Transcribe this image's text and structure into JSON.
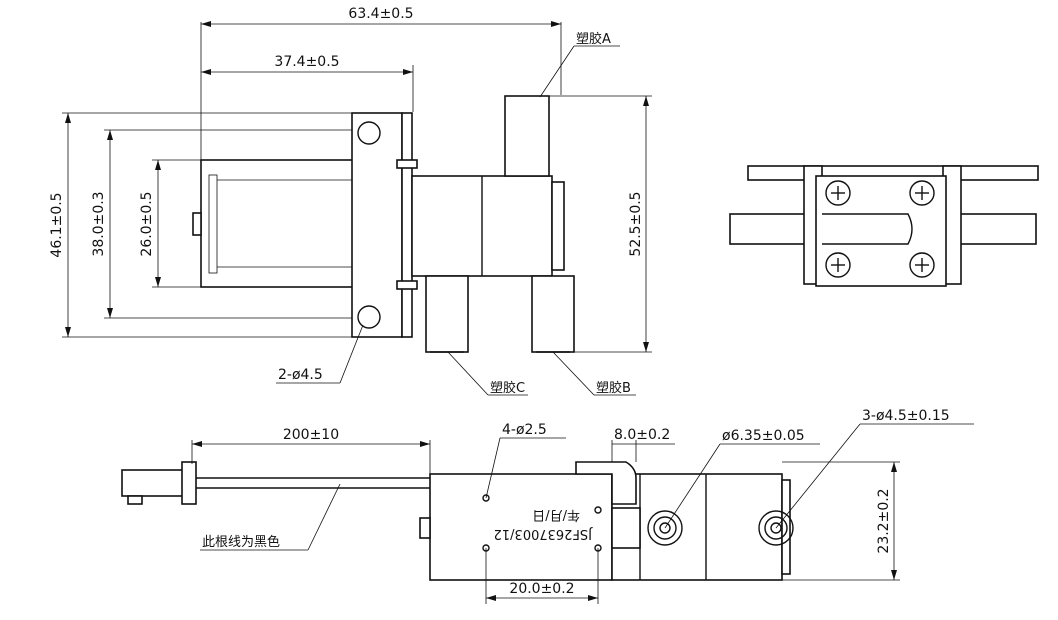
{
  "dimensions": {
    "overall_length": "63.4±0.5",
    "coil_length": "37.4±0.5",
    "height_outer": "46.1±0.5",
    "height_mid": "38.0±0.3",
    "height_inner": "26.0±0.5",
    "port_span": "52.5±0.5",
    "mount_holes": "2-ø4.5",
    "wire_length": "200±10",
    "screw_holes": "4-ø2.5",
    "tab_width": "8.0±0.2",
    "port_dia": "ø6.35±0.05",
    "port_holes": "3-ø4.5±0.15",
    "body_height": "23.2±0.2",
    "hole_pitch": "20.0±0.2"
  },
  "labels": {
    "plastic_a": "塑胶A",
    "plastic_b": "塑胶B",
    "plastic_c": "塑胶C",
    "wire_note": "此根线为黑色",
    "date_mark": "年/月/日",
    "part_number": "JSF2637003/12"
  }
}
